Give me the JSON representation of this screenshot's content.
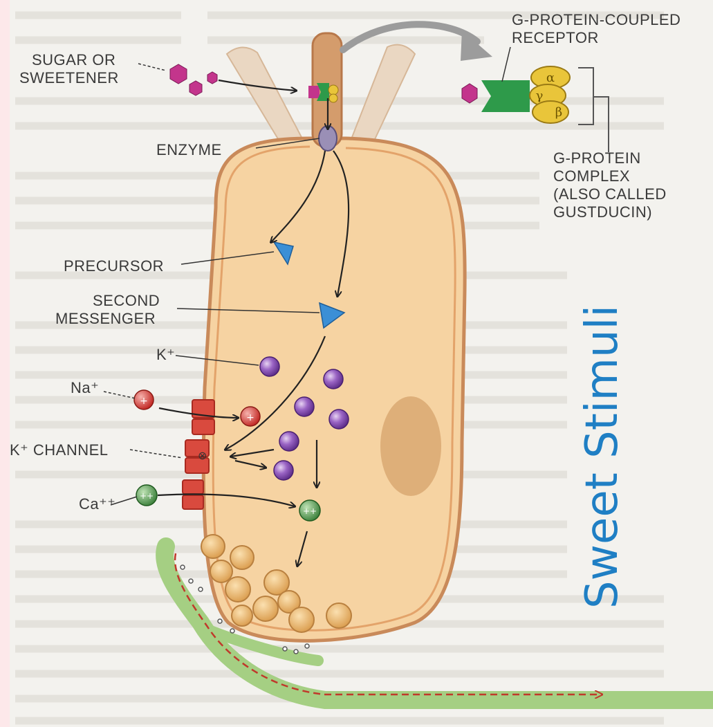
{
  "labels": {
    "sugar_line1": "SUGAR OR",
    "sugar_line2": "SWEETENER",
    "gpcr_line1": "G-PROTEIN-COUPLED",
    "gpcr_line2": "RECEPTOR",
    "enzyme": "ENZYME",
    "gprotein_line1": "G-PROTEIN",
    "gprotein_line2": "COMPLEX",
    "gprotein_line3": "(ALSO CALLED",
    "gprotein_line4": "GUSTDUCIN)",
    "precursor": "PRECURSOR",
    "second_line1": "SECOND",
    "second_line2": "MESSENGER",
    "k_ion": "K⁺",
    "na_ion": "Na⁺",
    "k_channel": "K⁺ CHANNEL",
    "ca_ion": "Ca⁺⁺"
  },
  "gprotein_subunits": {
    "alpha": "α",
    "gamma": "γ",
    "beta": "β"
  },
  "title": "Sweet Stimuli",
  "colors": {
    "background": "#fde8ea",
    "paper": "#f3f2ee",
    "cell_fill": "#f6d3a2",
    "cell_stroke": "#c98a5a",
    "receptor_green": "#2e9a4a",
    "sugar_magenta": "#c3358c",
    "gprotein_yellow": "#e9c53a",
    "messenger_blue": "#3b8fd6",
    "potassium_purple": "#7b3fa8",
    "sodium_red": "#d6322e",
    "calcium_green": "#3d8a3f",
    "vesicle_orange": "#e7b061",
    "nerve_green": "#9cc77a",
    "title_blue": "#1f7fc4"
  }
}
